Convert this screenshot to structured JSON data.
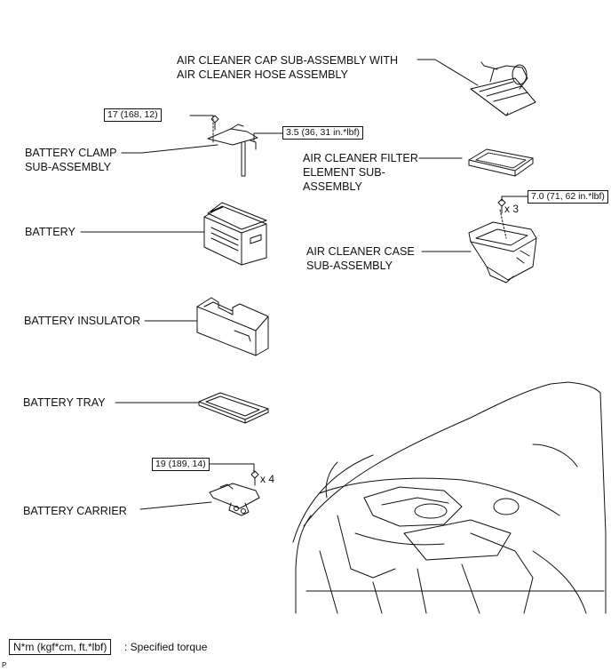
{
  "labels": {
    "air_cleaner_cap": "AIR CLEANER CAP SUB-ASSEMBLY WITH\nAIR CLEANER HOSE ASSEMBLY",
    "battery_clamp": "BATTERY CLAMP\nSUB-ASSEMBLY",
    "air_cleaner_filter": "AIR CLEANER FILTER\nELEMENT SUB-\nASSEMBLY",
    "battery": "BATTERY",
    "air_cleaner_case": "AIR CLEANER CASE\nSUB-ASSEMBLY",
    "battery_insulator": "BATTERY INSULATOR",
    "battery_tray": "BATTERY TRAY",
    "battery_carrier": "BATTERY CARRIER"
  },
  "torques": {
    "clamp_bolt": "17 (168, 12)",
    "clamp_nut": "3.5 (36, 31 in.*lbf)",
    "case_bolt": "7.0 (71, 62 in.*lbf)",
    "carrier_bolt": "19 (189, 14)"
  },
  "quantities": {
    "case_bolt": "x 3",
    "carrier_bolt": "x 4"
  },
  "legend": {
    "unit": "N*m (kgf*cm, ft.*lbf)",
    "meaning": ": Specified torque"
  },
  "page_mark": "P"
}
